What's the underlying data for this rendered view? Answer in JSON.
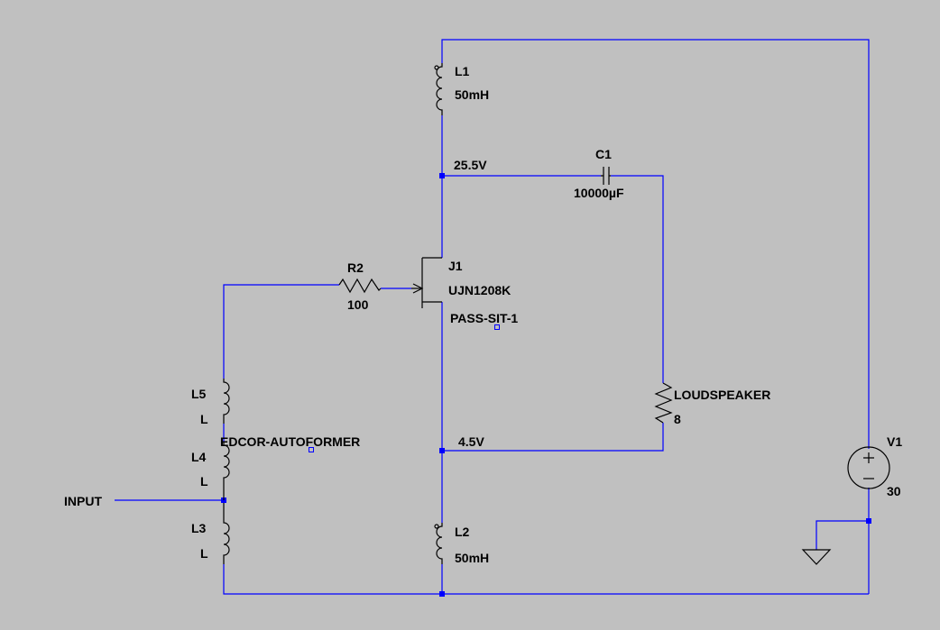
{
  "colors": {
    "background": "#c0c0c0",
    "wire": "#0000ff",
    "component": "#000000",
    "text": "#000000"
  },
  "components": {
    "L1": {
      "ref": "L1",
      "value": "50mH"
    },
    "L2": {
      "ref": "L2",
      "value": "50mH"
    },
    "L3": {
      "ref": "L3",
      "value": "L"
    },
    "L4": {
      "ref": "L4",
      "value": "L"
    },
    "L5": {
      "ref": "L5",
      "value": "L"
    },
    "C1": {
      "ref": "C1",
      "value": "10000µF"
    },
    "R2": {
      "ref": "R2",
      "value": "100"
    },
    "J1": {
      "ref": "J1",
      "value": "UJN1208K",
      "model": "PASS-SIT-1"
    },
    "speaker": {
      "ref": "LOUDSPEAKER",
      "value": "8"
    },
    "V1": {
      "ref": "V1",
      "value": "30"
    }
  },
  "autoformer_label": "EDCOR-AUTOFORMER",
  "net_labels": {
    "top": "25.5V",
    "bottom": "4.5V",
    "input": "INPUT"
  }
}
